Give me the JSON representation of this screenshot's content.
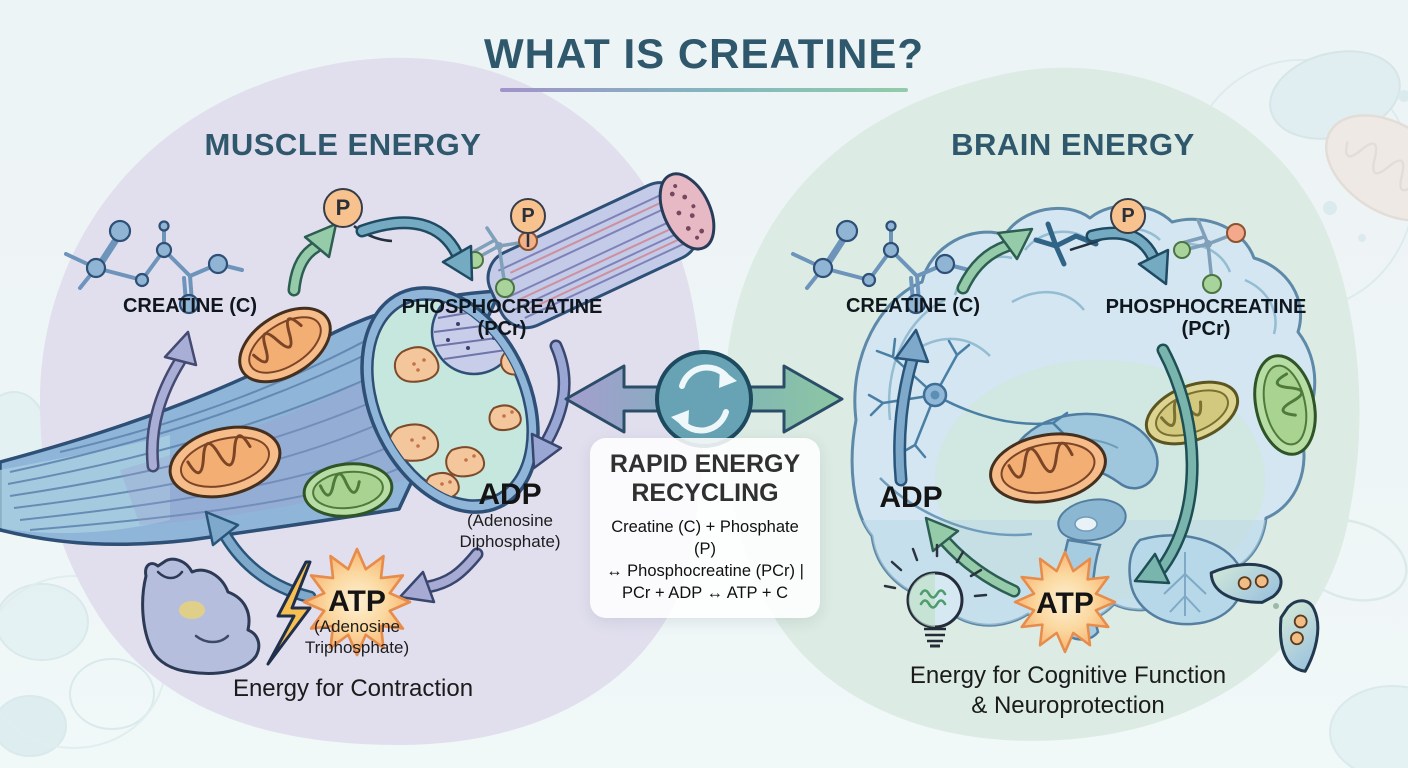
{
  "title": "WHAT IS CREATINE?",
  "muscle_section": {
    "header": "MUSCLE ENERGY",
    "creatine_label": "CREATINE (C)",
    "phosphocreatine_label": "PHOSPHOCREATINE",
    "phosphocreatine_abbr": "(PCr)",
    "phosphate_badge": "P",
    "adp": "ADP",
    "adp_sub": "(Adenosine Diphosphate)",
    "atp": "ATP",
    "atp_sub": "(Adenosine Triphosphate)",
    "caption": "Energy for Contraction"
  },
  "center": {
    "title_lines": [
      "RAPID ENERGY",
      "RECYCLING"
    ],
    "formula_lines": [
      "Creatine (C) + Phosphate (P)",
      "↔ Phosphocreatine (PCr) |",
      "PCr + ADP ↔ ATP + C"
    ]
  },
  "brain_section": {
    "header": "BRAIN ENERGY",
    "creatine_label": "CREATINE (C)",
    "phosphocreatine_label": "PHOSPHOCREATINE",
    "phosphocreatine_abbr": "(PCr)",
    "phosphate_badge": "P",
    "adp": "ADP",
    "atp": "ATP",
    "caption_lines": [
      "Energy for Cognitive Function",
      "& Neuroprotection"
    ]
  },
  "palette": {
    "heading": "#2f586d",
    "blob_muscle": "#e1dfee",
    "blob_brain": "#dcebe3",
    "arrow_green": "#96cbaa",
    "arrow_teal": "#74aac2",
    "arrow_purple": "#a7abd3",
    "phosphate_fill": "#f8c28e",
    "atp_star": "#f6aa63"
  }
}
